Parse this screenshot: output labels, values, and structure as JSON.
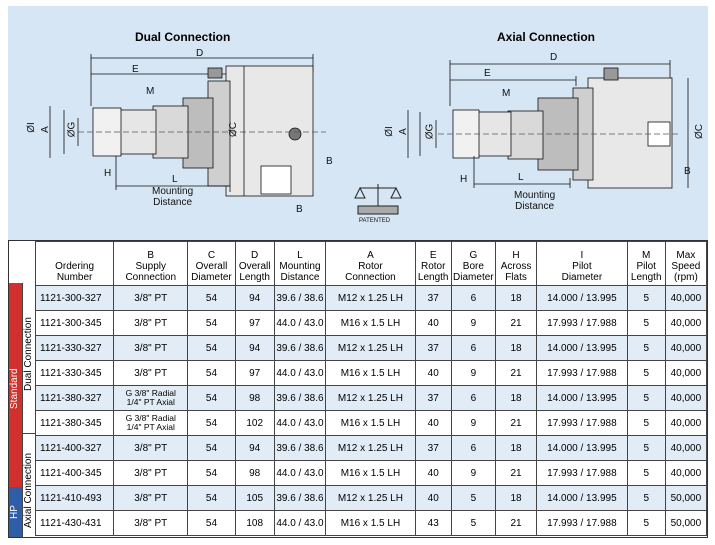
{
  "drawing": {
    "left_title": "Dual Connection",
    "right_title": "Axial Connection",
    "labels": {
      "D": "D",
      "E": "E",
      "M": "M",
      "I": "ØI",
      "A": "A",
      "G": "ØG",
      "C": "ØC",
      "H": "H",
      "L": "L",
      "B": "B",
      "mounting": "Mounting\nDistance",
      "patented": "PATENTED"
    }
  },
  "table": {
    "headers": [
      {
        "line1": "",
        "line2": "Ordering\nNumber"
      },
      {
        "line1": "B",
        "line2": "Supply\nConnection"
      },
      {
        "line1": "C",
        "line2": "Overall\nDiameter"
      },
      {
        "line1": "D",
        "line2": "Overall\nLength"
      },
      {
        "line1": "L",
        "line2": "Mounting\nDistance"
      },
      {
        "line1": "A",
        "line2": "Rotor\nConnection"
      },
      {
        "line1": "E",
        "line2": "Rotor\nLength"
      },
      {
        "line1": "G",
        "line2": "Bore\nDiameter"
      },
      {
        "line1": "H",
        "line2": "Across\nFlats"
      },
      {
        "line1": "I",
        "line2": "Pilot\nDiameter"
      },
      {
        "line1": "M",
        "line2": "Pilot\nLength"
      },
      {
        "line1": "Max",
        "line2": "Speed\n(rpm)"
      }
    ],
    "rows": [
      [
        "1121-300-327",
        "3/8\" PT",
        "54",
        "94",
        "39.6 / 38.6",
        "M12 x 1.25 LH",
        "37",
        "6",
        "18",
        "14.000 / 13.995",
        "5",
        "40,000"
      ],
      [
        "1121-300-345",
        "3/8\" PT",
        "54",
        "97",
        "44.0 / 43.0",
        "M16 x 1.5 LH",
        "40",
        "9",
        "21",
        "17.993 / 17.988",
        "5",
        "40,000"
      ],
      [
        "1121-330-327",
        "3/8\" PT",
        "54",
        "94",
        "39.6 / 38.6",
        "M12 x 1.25 LH",
        "37",
        "6",
        "18",
        "14.000 / 13.995",
        "5",
        "40,000"
      ],
      [
        "1121-330-345",
        "3/8\" PT",
        "54",
        "97",
        "44.0 / 43.0",
        "M16 x 1.5 LH",
        "40",
        "9",
        "21",
        "17.993 / 17.988",
        "5",
        "40,000"
      ],
      [
        "1121-380-327",
        "G 3/8\" Radial\n1/4\" PT Axial",
        "54",
        "98",
        "39.6 / 38.6",
        "M12 x 1.25 LH",
        "37",
        "6",
        "18",
        "14.000 / 13.995",
        "5",
        "40,000"
      ],
      [
        "1121-380-345",
        "G 3/8\" Radial\n1/4\" PT Axial",
        "54",
        "102",
        "44.0 / 43.0",
        "M16 x 1.5 LH",
        "40",
        "9",
        "21",
        "17.993 / 17.988",
        "5",
        "40,000"
      ],
      [
        "1121-400-327",
        "3/8\" PT",
        "54",
        "94",
        "39.6 / 38.6",
        "M12 x 1.25 LH",
        "37",
        "6",
        "18",
        "14.000 / 13.995",
        "5",
        "40,000"
      ],
      [
        "1121-400-345",
        "3/8\" PT",
        "54",
        "98",
        "44.0 / 43.0",
        "M16 x 1.5 LH",
        "40",
        "9",
        "21",
        "17.993 / 17.988",
        "5",
        "40,000"
      ],
      [
        "1121-410-493",
        "3/8\" PT",
        "54",
        "105",
        "39.6 / 38.6",
        "M12 x 1.25 LH",
        "40",
        "5",
        "18",
        "14.000 / 13.995",
        "5",
        "50,000"
      ],
      [
        "1121-430-431",
        "3/8\" PT",
        "54",
        "108",
        "44.0 / 43.0",
        "M16 x 1.5 LH",
        "43",
        "5",
        "21",
        "17.993 / 17.988",
        "5",
        "50,000"
      ]
    ],
    "side_groups": {
      "standard": "Standard",
      "hp": "HP",
      "dual": "Dual Connection",
      "axial": "Axial Connection"
    },
    "colors": {
      "standard": "#d0312d",
      "hp": "#2f5da8",
      "alt_row": "#e1ecf7",
      "drawing_bg": "#d7e6f4"
    }
  }
}
